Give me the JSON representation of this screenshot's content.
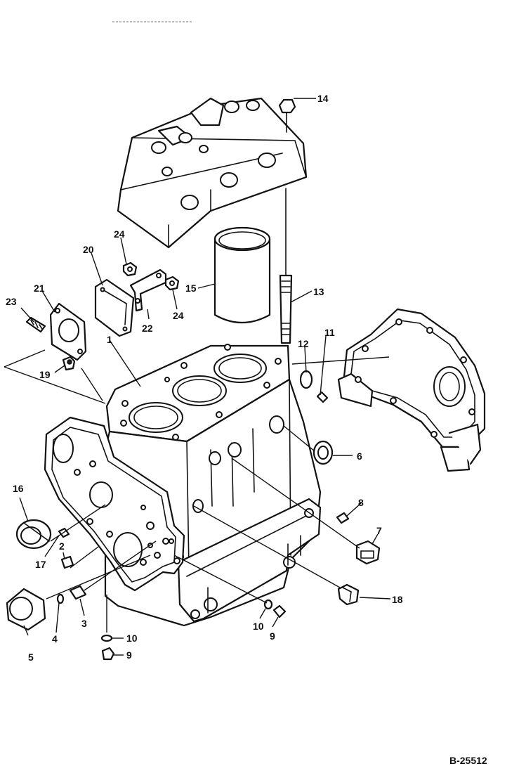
{
  "figure_code": "B-25512",
  "callouts": {
    "c1": "1",
    "c2": "2",
    "c3": "3",
    "c4": "4",
    "c5": "5",
    "c6": "6",
    "c7": "7",
    "c8": "8",
    "c9a": "9",
    "c9b": "9",
    "c10a": "10",
    "c10b": "10",
    "c11": "11",
    "c12": "12",
    "c13": "13",
    "c14": "14",
    "c15": "15",
    "c16": "16",
    "c17": "17",
    "c18": "18",
    "c19": "19",
    "c20": "20",
    "c21": "21",
    "c22": "22",
    "c23": "23",
    "c24a": "24",
    "c24b": "24"
  }
}
